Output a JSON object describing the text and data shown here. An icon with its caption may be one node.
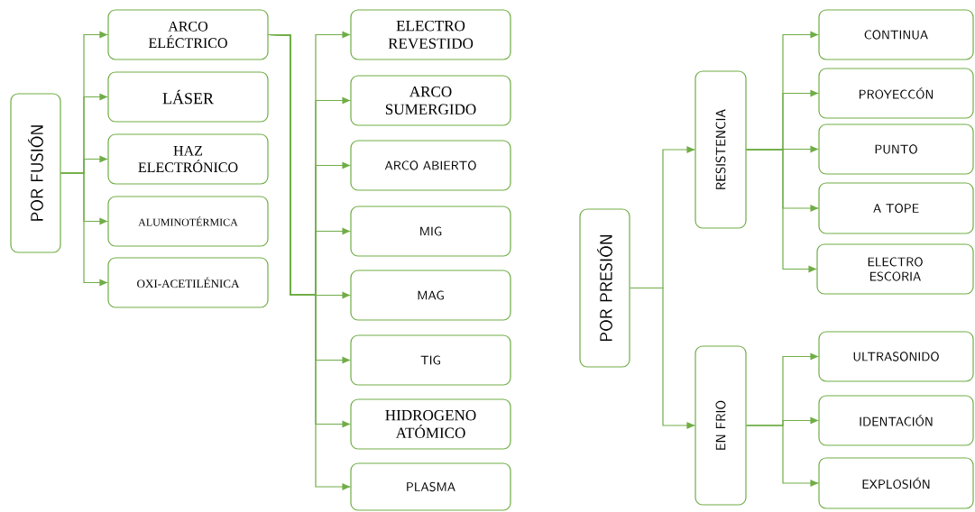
{
  "diagram": {
    "nodes": [
      {
        "text": [
          "POR FUSIÓN"
        ]
      },
      {
        "text": [
          "ARCO ELÉCTRICO"
        ]
      },
      {
        "text": [
          "LÁSER"
        ]
      },
      {
        "text": [
          "HAZ ELECTRÓNICO"
        ]
      },
      {
        "text": [
          "ALUMINOTÉRMICA"
        ]
      },
      {
        "text": [
          "OXI-ACETILÉNICA"
        ]
      },
      {
        "text": [
          "ELECTRO REVESTIDO"
        ]
      },
      {
        "text": [
          "ARCO SUMERGIDO"
        ]
      },
      {
        "text": [
          "ARCO ABIERTO"
        ]
      },
      {
        "text": [
          "MIG"
        ]
      },
      {
        "text": [
          "MAG"
        ]
      },
      {
        "text": [
          "TIG"
        ]
      },
      {
        "text": [
          "HIDROGENO ATÓMICO"
        ]
      },
      {
        "text": [
          "PLASMA"
        ]
      },
      {
        "text": [
          "POR PRESIÓN"
        ]
      },
      {
        "text": [
          "RESISTENCIA"
        ]
      },
      {
        "text": [
          "EN FRIO"
        ]
      },
      {
        "text": [
          "CONTINUA"
        ]
      },
      {
        "text": [
          "PROYECCÓN"
        ]
      },
      {
        "text": [
          "PUNTO"
        ]
      },
      {
        "text": [
          "A TOPE"
        ]
      },
      {
        "text": [
          "ELECTRO ESCORIA"
        ]
      },
      {
        "text": [
          "ULTRASONIDO"
        ]
      },
      {
        "text": [
          "IDENTACIÓN"
        ]
      },
      {
        "text": [
          "EXPLOSIÓN"
        ]
      }
    ],
    "edges": [
      {
        "from": 0,
        "to": 1,
        "arrow": "to"
      },
      {
        "from": 0,
        "to": 2,
        "arrow": "to"
      },
      {
        "from": 0,
        "to": 3,
        "arrow": "to"
      },
      {
        "from": 0,
        "to": 4,
        "arrow": "to"
      },
      {
        "from": 0,
        "to": 5,
        "arrow": "to"
      },
      {
        "from": 1,
        "to": 6,
        "arrow": "to"
      },
      {
        "from": 1,
        "to": 7,
        "arrow": "to"
      },
      {
        "from": 1,
        "to": 8,
        "arrow": "to"
      },
      {
        "from": 1,
        "to": 9,
        "arrow": "to"
      },
      {
        "from": 1,
        "to": 10,
        "arrow": "to"
      },
      {
        "from": 1,
        "to": 11,
        "arrow": "to"
      },
      {
        "from": 1,
        "to": 12,
        "arrow": "to"
      },
      {
        "from": 1,
        "to": 13,
        "arrow": "to"
      },
      {
        "from": 14,
        "to": 15,
        "arrow": "to"
      },
      {
        "from": 14,
        "to": 16,
        "arrow": "to"
      },
      {
        "from": 15,
        "to": 17,
        "arrow": "to"
      },
      {
        "from": 15,
        "to": 18,
        "arrow": "to"
      },
      {
        "from": 15,
        "to": 19,
        "arrow": "to"
      },
      {
        "from": 15,
        "to": 20,
        "arrow": "to"
      },
      {
        "from": 15,
        "to": 21,
        "arrow": "to"
      },
      {
        "from": 16,
        "to": 22,
        "arrow": "to"
      },
      {
        "from": 16,
        "to": 23,
        "arrow": "to"
      },
      {
        "from": 16,
        "to": 24,
        "arrow": "to"
      }
    ]
  }
}
